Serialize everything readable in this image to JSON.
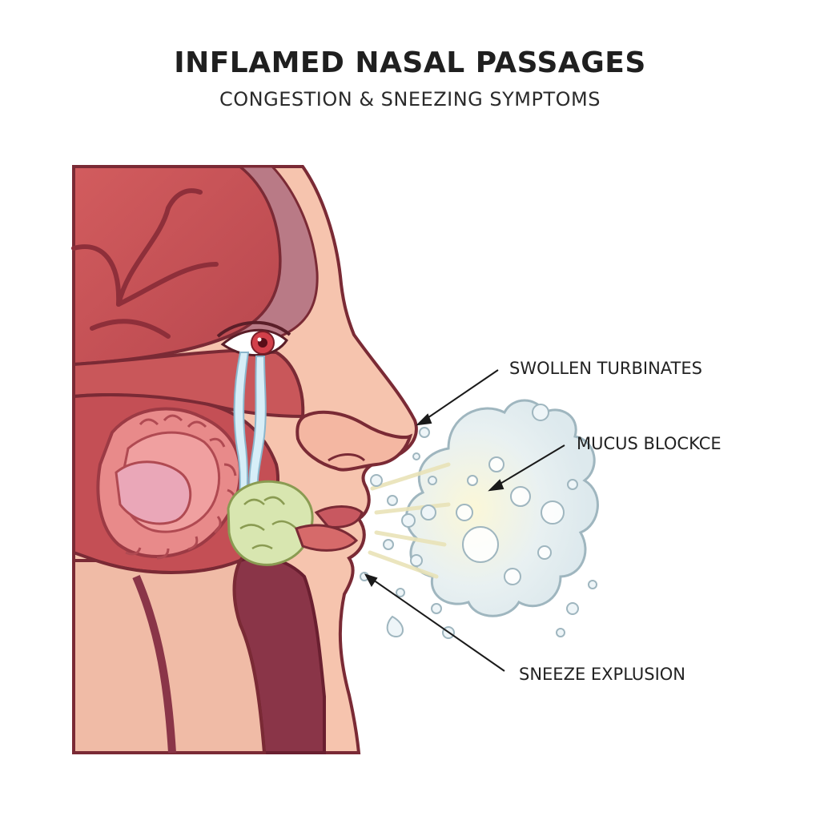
{
  "header": {
    "title": "INFLAMED NASAL PASSAGES",
    "subtitle": "CONGESTION & SNEEZING SYMPTOMS"
  },
  "labels": {
    "swollen_turbinates": "SWOLLEN TURBINATES",
    "mucus_blockage": "MUCUS BLOCKCE",
    "sneeze_explosion": "SNEEZE EXPLUSION"
  },
  "colors": {
    "skin": "#f6c4ae",
    "skin_outline": "#7a2a35",
    "muscle": "#c9575a",
    "muscle_dark": "#a63e45",
    "turbinate": "#e88a8a",
    "mucus": "#d8e6b0",
    "tear": "#d7eef8",
    "spray": "#dfe9ee"
  }
}
